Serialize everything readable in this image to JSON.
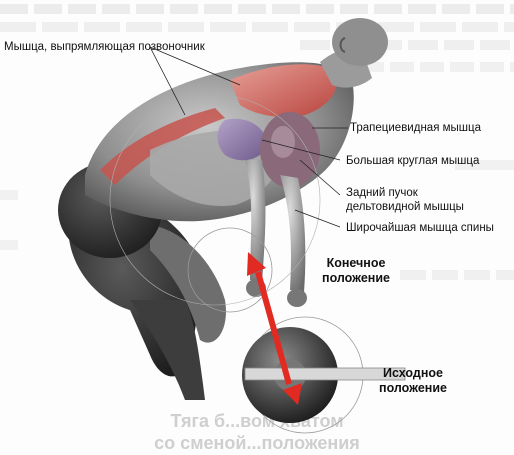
{
  "labels": {
    "erector": "Мышца, выпрямляющая позвоночник",
    "trapezius": "Трапециевидная мышца",
    "teres_major": "Большая круглая мышца",
    "rear_delt_line1": "Задний пучок",
    "rear_delt_line2": "дельтовидной мышцы",
    "lats": "Широчайшая мышца спины",
    "end_position_line1": "Конечное",
    "end_position_line2": "положение",
    "start_position_line1": "Исходное",
    "start_position_line2": "положение"
  },
  "background_caption": {
    "line1": "Тяга б...вом хватом",
    "line2": "со сменой...положения"
  },
  "colors": {
    "muscle_red": "#c7554f",
    "muscle_purple": "#8f78a8",
    "skin_gray": "#8a8a8a",
    "arrow_red": "#e12a22",
    "barbell_dark": "#3a3a3a"
  }
}
